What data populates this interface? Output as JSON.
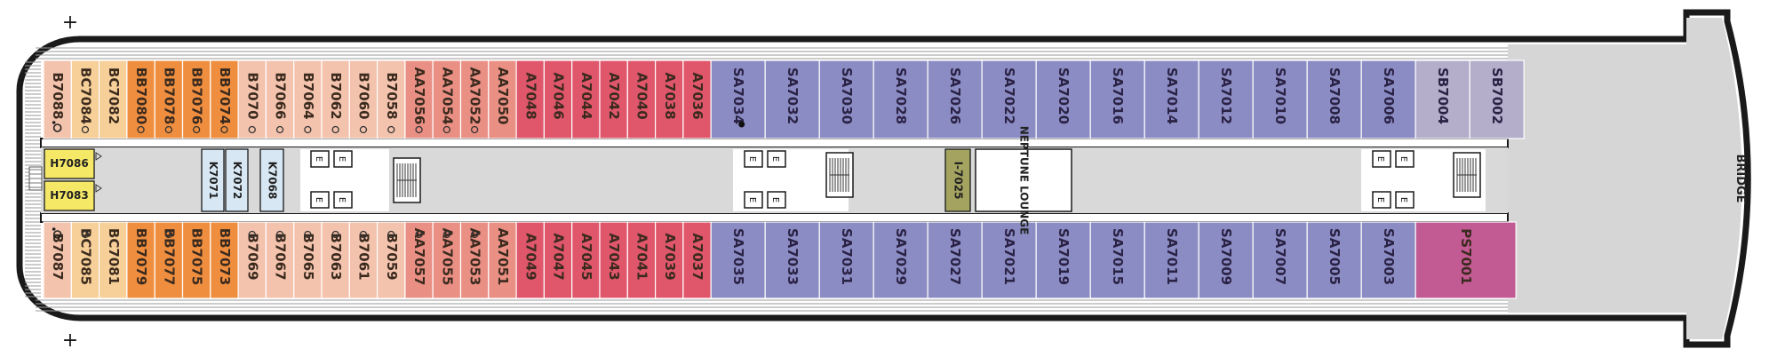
{
  "plan": {
    "bridge_label": "BRIDGE",
    "lounge_label": "NEPTUNE LOUNGE",
    "corner_marks": [
      "+",
      "+"
    ]
  },
  "colors": {
    "B": "#f4c3ad",
    "BC": "#f7cf98",
    "BB": "#ef8e3f",
    "AA": "#ea8f84",
    "A": "#e0566a",
    "SA": "#8b8cc4",
    "SB": "#b4aecb",
    "PS": "#c25a93",
    "K": "#d7e8f4",
    "H": "#f6e867",
    "I": "#a4a460",
    "corridor": "#d9d9d9",
    "hull": "#1a1a1a"
  },
  "top_row": [
    {
      "id": "B7088",
      "type": "B",
      "icon": "accessible-icon"
    },
    {
      "id": "BC7084",
      "type": "BC",
      "icon": "circle-icon"
    },
    {
      "id": "BC7082",
      "type": "BC",
      "icon": ""
    },
    {
      "id": "BB7080",
      "type": "BB",
      "icon": "circle-icon"
    },
    {
      "id": "BB7078",
      "type": "BB",
      "icon": "circle-icon"
    },
    {
      "id": "BB7076",
      "type": "BB",
      "icon": "circle-icon"
    },
    {
      "id": "BB7074",
      "type": "BB",
      "icon": "circle-icon"
    },
    {
      "id": "B7070",
      "type": "B",
      "icon": "circle-icon"
    },
    {
      "id": "B7066",
      "type": "B",
      "icon": "circle-icon"
    },
    {
      "id": "B7064",
      "type": "B",
      "icon": "circle-icon"
    },
    {
      "id": "B7062",
      "type": "B",
      "icon": "circle-icon"
    },
    {
      "id": "B7060",
      "type": "B",
      "icon": "circle-icon"
    },
    {
      "id": "B7058",
      "type": "B",
      "icon": "circle-icon"
    },
    {
      "id": "AA7056",
      "type": "AA",
      "icon": "circle-icon"
    },
    {
      "id": "AA7054",
      "type": "AA",
      "icon": "circle-icon"
    },
    {
      "id": "AA7052",
      "type": "AA",
      "icon": "circle-icon"
    },
    {
      "id": "AA7050",
      "type": "AA",
      "icon": ""
    },
    {
      "id": "A7048",
      "type": "A",
      "icon": ""
    },
    {
      "id": "A7046",
      "type": "A",
      "icon": ""
    },
    {
      "id": "A7044",
      "type": "A",
      "icon": ""
    },
    {
      "id": "A7042",
      "type": "A",
      "icon": ""
    },
    {
      "id": "A7040",
      "type": "A",
      "icon": ""
    },
    {
      "id": "A7038",
      "type": "A",
      "icon": ""
    },
    {
      "id": "A7036",
      "type": "A",
      "icon": ""
    },
    {
      "id": "SA7034",
      "type": "SA",
      "icon": "dot-icon"
    },
    {
      "id": "SA7032",
      "type": "SA",
      "icon": ""
    },
    {
      "id": "SA7030",
      "type": "SA",
      "icon": ""
    },
    {
      "id": "SA7028",
      "type": "SA",
      "icon": ""
    },
    {
      "id": "SA7026",
      "type": "SA",
      "icon": ""
    },
    {
      "id": "SA7022",
      "type": "SA",
      "icon": ""
    },
    {
      "id": "SA7020",
      "type": "SA",
      "icon": ""
    },
    {
      "id": "SA7016",
      "type": "SA",
      "icon": ""
    },
    {
      "id": "SA7014",
      "type": "SA",
      "icon": ""
    },
    {
      "id": "SA7012",
      "type": "SA",
      "icon": ""
    },
    {
      "id": "SA7010",
      "type": "SA",
      "icon": ""
    },
    {
      "id": "SA7008",
      "type": "SA",
      "icon": ""
    },
    {
      "id": "SA7006",
      "type": "SA",
      "icon": ""
    },
    {
      "id": "SB7004",
      "type": "SB",
      "icon": ""
    },
    {
      "id": "SB7002",
      "type": "SB",
      "icon": ""
    }
  ],
  "bottom_row": [
    {
      "id": "B7087",
      "type": "B",
      "icon": "accessible-icon"
    },
    {
      "id": "BC7085",
      "type": "BC",
      "icon": "circle-icon"
    },
    {
      "id": "BC7081",
      "type": "BC",
      "icon": ""
    },
    {
      "id": "BB7079",
      "type": "BB",
      "icon": ""
    },
    {
      "id": "BB7077",
      "type": "BB",
      "icon": "circle-icon"
    },
    {
      "id": "BB7075",
      "type": "BB",
      "icon": ""
    },
    {
      "id": "BB7073",
      "type": "BB",
      "icon": ""
    },
    {
      "id": "B7069",
      "type": "B",
      "icon": "circle-icon"
    },
    {
      "id": "B7067",
      "type": "B",
      "icon": "circle-icon"
    },
    {
      "id": "B7065",
      "type": "B",
      "icon": "circle-icon"
    },
    {
      "id": "B7063",
      "type": "B",
      "icon": "circle-icon"
    },
    {
      "id": "B7061",
      "type": "B",
      "icon": "circle-icon"
    },
    {
      "id": "B7059",
      "type": "B",
      "icon": "circle-icon"
    },
    {
      "id": "AA7057",
      "type": "AA",
      "icon": "circle-icon"
    },
    {
      "id": "AA7055",
      "type": "AA",
      "icon": "circle-icon"
    },
    {
      "id": "AA7053",
      "type": "AA",
      "icon": "circle-icon"
    },
    {
      "id": "AA7051",
      "type": "AA",
      "icon": ""
    },
    {
      "id": "A7049",
      "type": "A",
      "icon": ""
    },
    {
      "id": "A7047",
      "type": "A",
      "icon": ""
    },
    {
      "id": "A7045",
      "type": "A",
      "icon": ""
    },
    {
      "id": "A7043",
      "type": "A",
      "icon": ""
    },
    {
      "id": "A7041",
      "type": "A",
      "icon": ""
    },
    {
      "id": "A7039",
      "type": "A",
      "icon": ""
    },
    {
      "id": "A7037",
      "type": "A",
      "icon": ""
    },
    {
      "id": "SA7035",
      "type": "SA",
      "icon": ""
    },
    {
      "id": "SA7033",
      "type": "SA",
      "icon": ""
    },
    {
      "id": "SA7031",
      "type": "SA",
      "icon": ""
    },
    {
      "id": "SA7029",
      "type": "SA",
      "icon": ""
    },
    {
      "id": "SA7027",
      "type": "SA",
      "icon": ""
    },
    {
      "id": "SA7021",
      "type": "SA",
      "icon": ""
    },
    {
      "id": "SA7019",
      "type": "SA",
      "icon": ""
    },
    {
      "id": "SA7015",
      "type": "SA",
      "icon": ""
    },
    {
      "id": "SA7011",
      "type": "SA",
      "icon": ""
    },
    {
      "id": "SA7009",
      "type": "SA",
      "icon": ""
    },
    {
      "id": "SA7007",
      "type": "SA",
      "icon": ""
    },
    {
      "id": "SA7005",
      "type": "SA",
      "icon": ""
    },
    {
      "id": "SA7003",
      "type": "SA",
      "icon": ""
    },
    {
      "id": "PS7001",
      "type": "PS",
      "icon": ""
    }
  ],
  "inner_cabins": [
    {
      "id": "H7086",
      "type": "H"
    },
    {
      "id": "H7083",
      "type": "H"
    },
    {
      "id": "K7071",
      "type": "K"
    },
    {
      "id": "K7072",
      "type": "K"
    },
    {
      "id": "K7068",
      "type": "K"
    },
    {
      "id": "I-7025",
      "type": "I"
    }
  ],
  "elevator_mark": "E"
}
